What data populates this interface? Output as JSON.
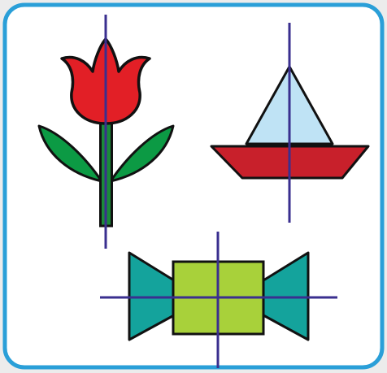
{
  "colors": {
    "outer_background": "#ececec",
    "panel_border": "#2a9fd8",
    "panel_fill": "#ffffff",
    "symmetry_line": "#3a2f8f",
    "outline": "#111111",
    "tulip_flower": "#e21f26",
    "leaves": "#0c9a44",
    "stem": "#1b8a3a",
    "sail": "#bfe3f5",
    "hull": "#c8202b",
    "candy_body": "#a8d13a",
    "candy_wings": "#14a39c"
  },
  "figures": [
    {
      "name": "tulip",
      "symmetry_axes": [
        "vertical"
      ]
    },
    {
      "name": "sailboat",
      "symmetry_axes": [
        "vertical"
      ]
    },
    {
      "name": "candy",
      "symmetry_axes": [
        "vertical",
        "horizontal"
      ]
    }
  ]
}
